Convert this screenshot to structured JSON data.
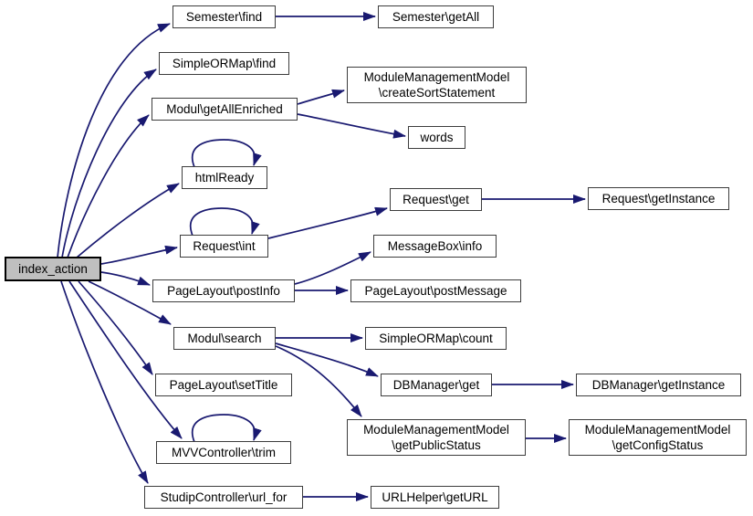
{
  "diagram": {
    "type": "call-graph",
    "root": "index_action",
    "colors": {
      "background": "#ffffff",
      "edge": "#191970",
      "node_fill": "#ffffff",
      "node_border": "#3d3d3d",
      "root_fill": "#bfbfbf",
      "root_border": "#000000",
      "text": "#000000"
    }
  },
  "nodes": {
    "index_action": {
      "label": "index_action"
    },
    "semester_find": {
      "label": "Semester\\find"
    },
    "semester_getall": {
      "label": "Semester\\getAll"
    },
    "simpleormap_find": {
      "label": "SimpleORMap\\find"
    },
    "modul_getallenriched": {
      "label": "Modul\\getAllEnriched"
    },
    "mmm_createsortstatement": {
      "label": "ModuleManagementModel\n\\createSortStatement"
    },
    "words": {
      "label": "words"
    },
    "htmlready": {
      "label": "htmlReady"
    },
    "request_get": {
      "label": "Request\\get"
    },
    "request_getinstance": {
      "label": "Request\\getInstance"
    },
    "request_int": {
      "label": "Request\\int"
    },
    "messagebox_info": {
      "label": "MessageBox\\info"
    },
    "pagelayout_postinfo": {
      "label": "PageLayout\\postInfo"
    },
    "pagelayout_postmessage": {
      "label": "PageLayout\\postMessage"
    },
    "modul_search": {
      "label": "Modul\\search"
    },
    "simpleormap_count": {
      "label": "SimpleORMap\\count"
    },
    "pagelayout_settitle": {
      "label": "PageLayout\\setTitle"
    },
    "dbmanager_get": {
      "label": "DBManager\\get"
    },
    "dbmanager_getinstance": {
      "label": "DBManager\\getInstance"
    },
    "mmm_getpublicstatus": {
      "label": "ModuleManagementModel\n\\getPublicStatus"
    },
    "mmm_getconfigstatus": {
      "label": "ModuleManagementModel\n\\getConfigStatus"
    },
    "mvvcontroller_trim": {
      "label": "MVVController\\trim"
    },
    "studipcontroller_url_for": {
      "label": "StudipController\\url_for"
    },
    "urlhelper_geturl": {
      "label": "URLHelper\\getURL"
    }
  },
  "edges": [
    {
      "from": "index_action",
      "to": "semester_find"
    },
    {
      "from": "index_action",
      "to": "simpleormap_find"
    },
    {
      "from": "index_action",
      "to": "modul_getallenriched"
    },
    {
      "from": "index_action",
      "to": "htmlready"
    },
    {
      "from": "index_action",
      "to": "request_int"
    },
    {
      "from": "index_action",
      "to": "pagelayout_postinfo"
    },
    {
      "from": "index_action",
      "to": "modul_search"
    },
    {
      "from": "index_action",
      "to": "pagelayout_settitle"
    },
    {
      "from": "index_action",
      "to": "mvvcontroller_trim"
    },
    {
      "from": "index_action",
      "to": "studipcontroller_url_for"
    },
    {
      "from": "semester_find",
      "to": "semester_getall"
    },
    {
      "from": "modul_getallenriched",
      "to": "mmm_createsortstatement"
    },
    {
      "from": "modul_getallenriched",
      "to": "words"
    },
    {
      "from": "htmlready",
      "to": "htmlready"
    },
    {
      "from": "request_int",
      "to": "request_int"
    },
    {
      "from": "request_int",
      "to": "request_get"
    },
    {
      "from": "request_get",
      "to": "request_getinstance"
    },
    {
      "from": "pagelayout_postinfo",
      "to": "messagebox_info"
    },
    {
      "from": "pagelayout_postinfo",
      "to": "pagelayout_postmessage"
    },
    {
      "from": "modul_search",
      "to": "simpleormap_count"
    },
    {
      "from": "modul_search",
      "to": "dbmanager_get"
    },
    {
      "from": "modul_search",
      "to": "mmm_getpublicstatus"
    },
    {
      "from": "dbmanager_get",
      "to": "dbmanager_getinstance"
    },
    {
      "from": "mmm_getpublicstatus",
      "to": "mmm_getconfigstatus"
    },
    {
      "from": "mvvcontroller_trim",
      "to": "mvvcontroller_trim"
    },
    {
      "from": "studipcontroller_url_for",
      "to": "urlhelper_geturl"
    }
  ]
}
